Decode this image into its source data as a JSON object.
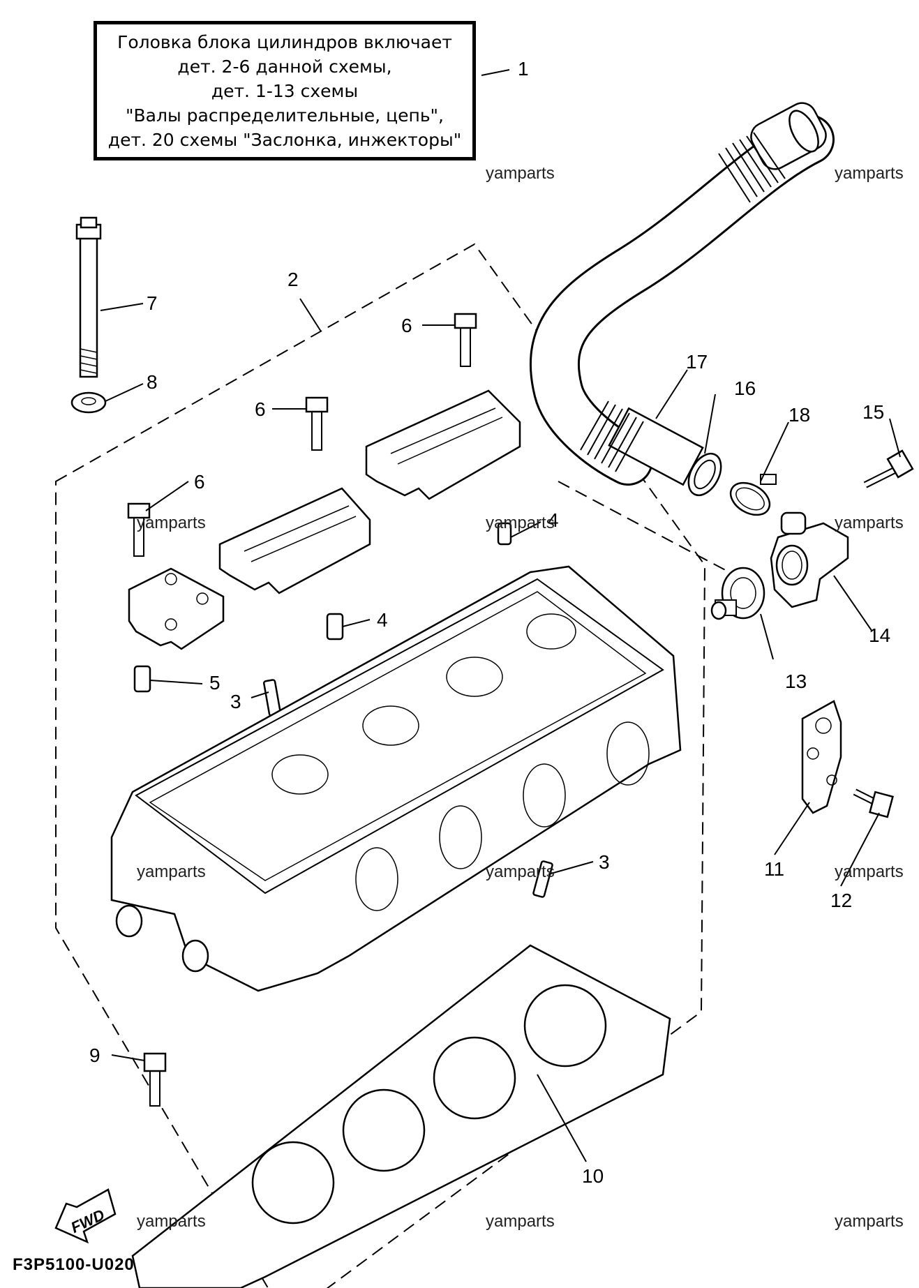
{
  "note_lines": [
    "Головка блока цилиндров включает",
    "дет. 2-6 данной схемы,",
    "дет. 1-13 схемы",
    "\"Валы распределительные, цепь\",",
    "дет. 20 схемы \"Заслонка, инжекторы\""
  ],
  "callouts": {
    "c1": "1",
    "c2": "2",
    "c3a": "3",
    "c3b": "3",
    "c4a": "4",
    "c4b": "4",
    "c5": "5",
    "c6a": "6",
    "c6b": "6",
    "c6c": "6",
    "c7": "7",
    "c8": "8",
    "c9": "9",
    "c10": "10",
    "c11": "11",
    "c12": "12",
    "c13": "13",
    "c14": "14",
    "c15": "15",
    "c16": "16",
    "c17": "17",
    "c18": "18"
  },
  "watermark": "yamparts",
  "fwd_label": "FWD",
  "diagram_code": "F3P5100-U020"
}
